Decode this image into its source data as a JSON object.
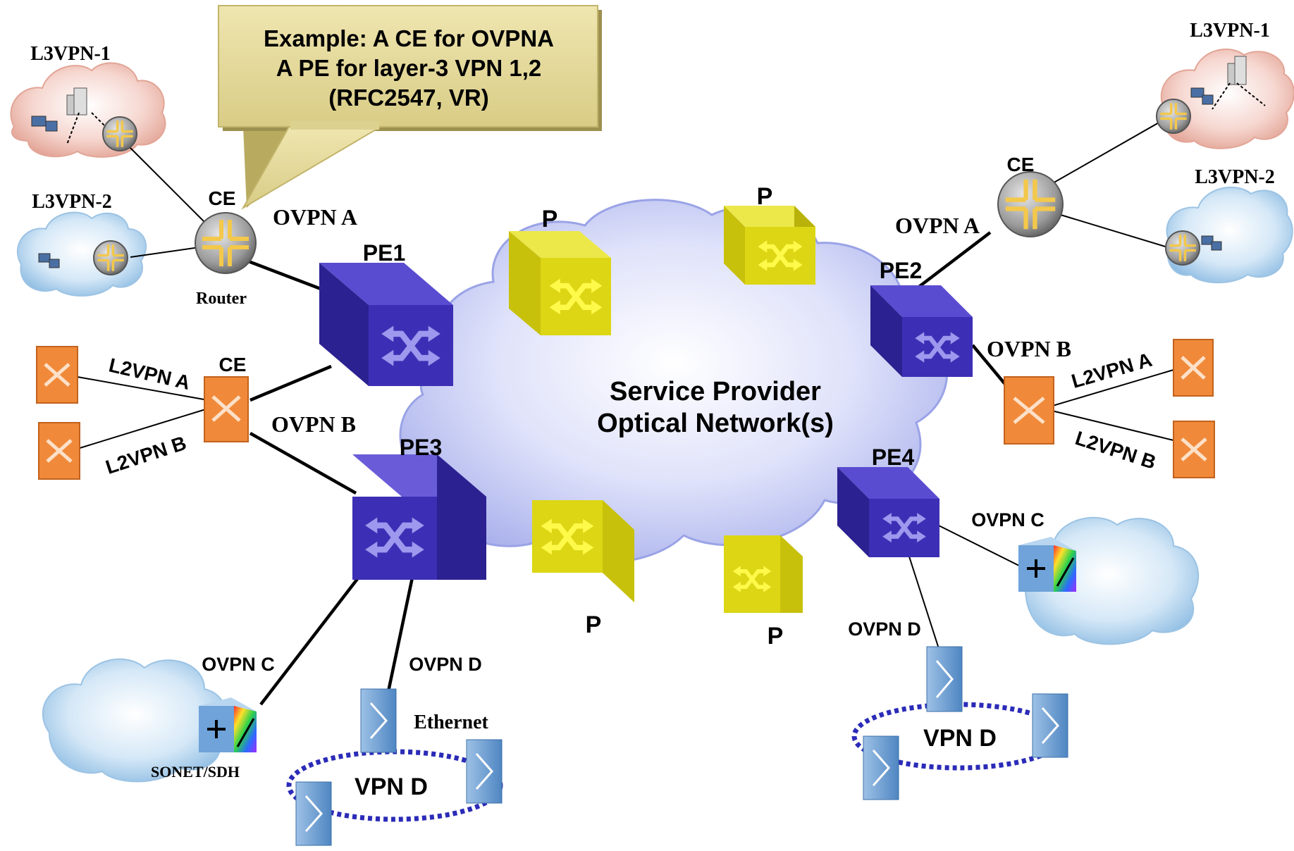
{
  "callout": {
    "line1": "Example: A CE for OVPNA",
    "line2": "A PE for layer-3 VPN 1,2",
    "line3": "(RFC2547, VR)"
  },
  "core": {
    "line1": "Service Provider",
    "line2": "Optical Network(s)"
  },
  "pe": {
    "pe1": "PE1",
    "pe2": "PE2",
    "pe3": "PE3",
    "pe4": "PE4"
  },
  "p": {
    "p_top_left": "P",
    "p_top_right": "P",
    "p_bottom_left": "P",
    "p_bottom_right": "P"
  },
  "left": {
    "l3vpn1": "L3VPN-1",
    "l3vpn2": "L3VPN-2",
    "ce_router": "CE",
    "router": "Router",
    "ovpn_a": "OVPN A",
    "ce_l2": "CE",
    "l2vpn_a": "L2VPN A",
    "l2vpn_b": "L2VPN B",
    "ovpn_b": "OVPN B",
    "ovpn_c": "OVPN C",
    "sonet": "SONET/SDH",
    "ovpn_d": "OVPN D",
    "ethernet": "Ethernet",
    "vpn_d": "VPN D"
  },
  "right": {
    "l3vpn1": "L3VPN-1",
    "l3vpn2": "L3VPN-2",
    "ce_router": "CE",
    "ovpn_a": "OVPN A",
    "ovpn_b": "OVPN B",
    "l2vpn_a": "L2VPN A",
    "l2vpn_b": "L2VPN B",
    "ovpn_c": "OVPN C",
    "ovpn_d": "OVPN D",
    "vpn_d": "VPN D"
  },
  "colors": {
    "pe_front": "#3d2fb5",
    "pe_top": "#5a4cd0",
    "pe_side": "#2c2190",
    "p_front": "#dcd614",
    "p_top": "#ece84a",
    "p_side": "#b8b20a",
    "core_cloud": "#c8cdf4",
    "pink_cloud": "#f3c8c0",
    "blue_cloud": "#c6def2",
    "callout": "#e3d89c",
    "l2_switch": "#f08a3a",
    "vpn_ring": "#2b2bb8"
  }
}
